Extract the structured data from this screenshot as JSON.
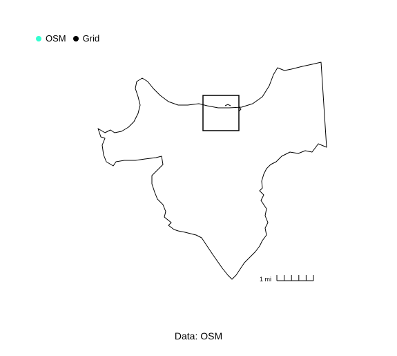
{
  "legend": [
    {
      "label": "OSM",
      "color": "#33ffd1"
    },
    {
      "label": "Grid",
      "color": "#000000"
    }
  ],
  "scale_bar": {
    "label": "1 mi",
    "divisions": 5
  },
  "caption": "Data: OSM",
  "colors": {
    "outline": "#000000",
    "background": "#ffffff"
  }
}
